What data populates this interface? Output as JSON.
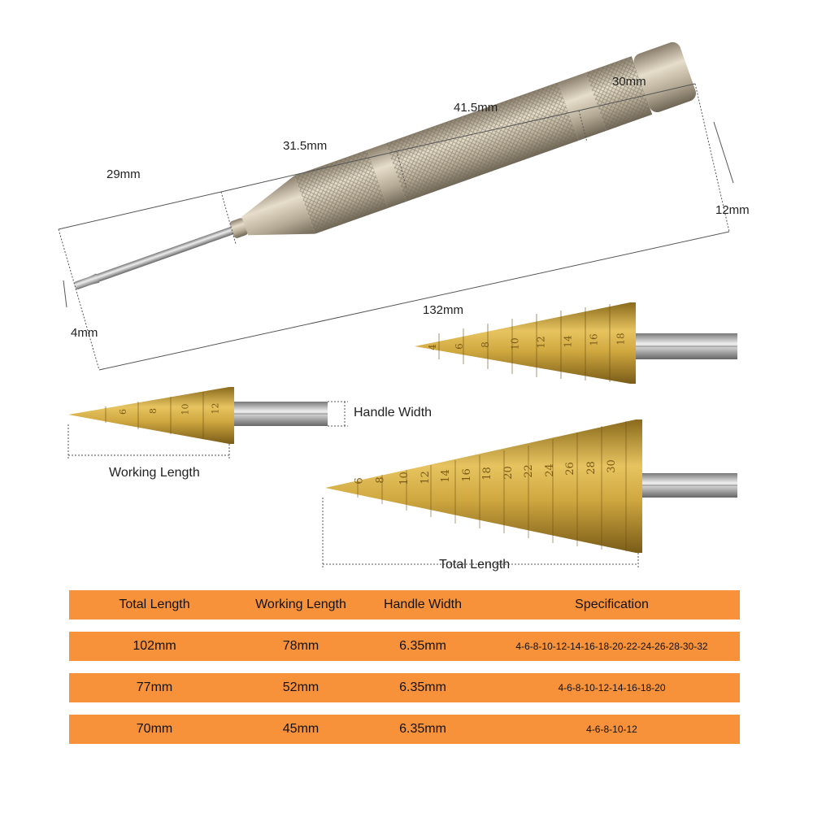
{
  "dimensions": {
    "tip_diameter": "4mm",
    "tip_section": "29mm",
    "cone_section": "31.5mm",
    "body_section": "41.5mm",
    "cap_section": "30mm",
    "body_diameter": "12mm",
    "total_length": "132mm"
  },
  "diagram_labels": {
    "handle_width": "Handle Width",
    "working_length": "Working Length",
    "total_length": "Total Length"
  },
  "drill_markings": {
    "large": [
      "6",
      "8",
      "10",
      "12",
      "14",
      "16",
      "18",
      "20",
      "22",
      "24",
      "26",
      "28",
      "30"
    ],
    "medium": [
      "4",
      "6",
      "8",
      "10",
      "12",
      "14",
      "16",
      "18"
    ],
    "small": [
      "6",
      "8",
      "10",
      "12"
    ]
  },
  "spec_table": {
    "headers": [
      "Total Length",
      "Working Length",
      "Handle Width",
      "Specification"
    ],
    "rows": [
      [
        "102mm",
        "78mm",
        "6.35mm",
        "4-6-8-10-12-14-16-18-20-22-24-26-28-30-32"
      ],
      [
        "77mm",
        "52mm",
        "6.35mm",
        "4-6-8-10-12-14-16-18-20"
      ],
      [
        "70mm",
        "45mm",
        "6.35mm",
        "4-6-8-10-12"
      ]
    ]
  },
  "colors": {
    "table_orange": "#f7923a",
    "titanium_gold": "#c9a13a",
    "metal_silver": "#b8ae9c"
  }
}
